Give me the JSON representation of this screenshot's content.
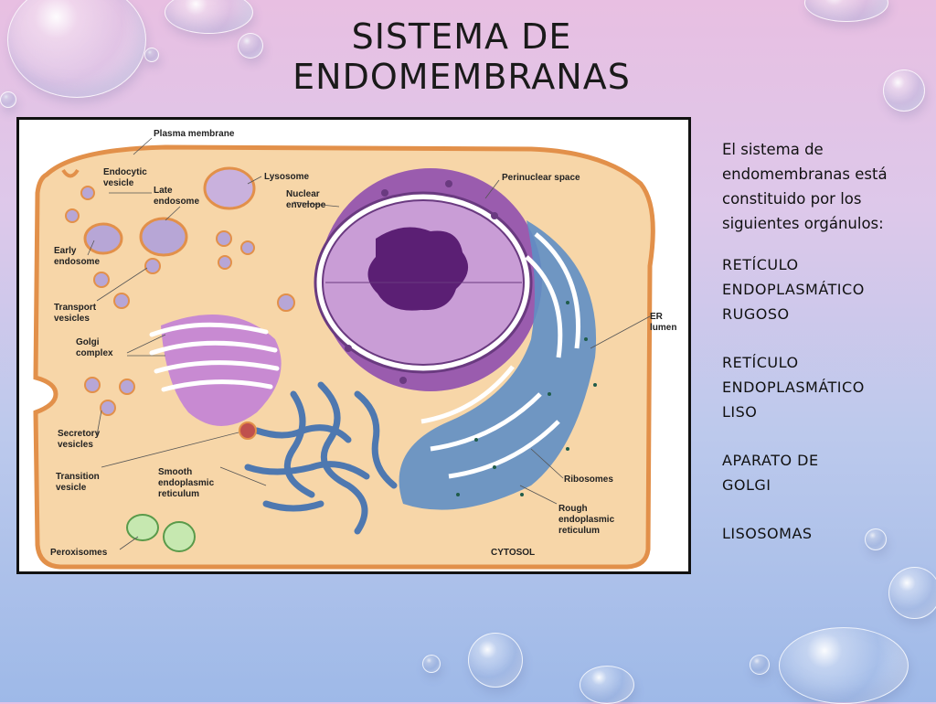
{
  "slide": {
    "title_line1": "SISTEMA DE",
    "title_line2": "ENDOMEMBRANAS"
  },
  "diagram": {
    "labels": {
      "plasma_membrane": "Plasma membrane",
      "endocytic_vesicle_1": "Endocytic",
      "endocytic_vesicle_2": "vesicle",
      "late_endosome_1": "Late",
      "late_endosome_2": "endosome",
      "lysosome": "Lysosome",
      "nuclear_envelope_1": "Nuclear",
      "nuclear_envelope_2": "envelope",
      "perinuclear_space": "Perinuclear space",
      "early_endosome_1": "Early",
      "early_endosome_2": "endosome",
      "transport_vesicles_1": "Transport",
      "transport_vesicles_2": "vesicles",
      "golgi_complex_1": "Golgi",
      "golgi_complex_2": "complex",
      "er_lumen_1": "ER",
      "er_lumen_2": "lumen",
      "secretory_vesicles_1": "Secretory",
      "secretory_vesicles_2": "vesicles",
      "transition_vesicle_1": "Transition",
      "transition_vesicle_2": "vesicle",
      "smooth_er_1": "Smooth",
      "smooth_er_2": "endoplasmic",
      "smooth_er_3": "reticulum",
      "ribosomes": "Ribosomes",
      "rough_er_1": "Rough",
      "rough_er_2": "endoplasmic",
      "rough_er_3": "reticulum",
      "peroxisomes": "Peroxisomes",
      "cytosol": "CYTOSOL"
    }
  },
  "sidebar": {
    "intro": "El sistema de endomembranas está constituido por los siguientes orgánulos:",
    "items": [
      "RETÍCULO\nENDOPLASMÁTICO\nRUGOSO",
      "RETÍCULO\nENDOPLASMÁTICO\nLISO",
      "APARATO DE\nGOLGI",
      "LISOSOMAS"
    ]
  }
}
